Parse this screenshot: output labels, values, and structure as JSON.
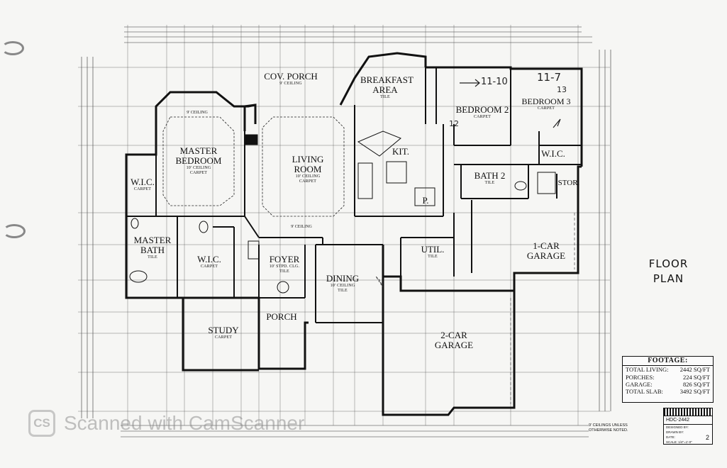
{
  "title": {
    "line1": "FLOOR",
    "line2": "PLAN"
  },
  "rooms": {
    "cov_porch": {
      "name": "COV. PORCH",
      "detail": "9' CEILING"
    },
    "breakfast": {
      "name1": "BREAKFAST",
      "name2": "AREA",
      "detail": "TILE"
    },
    "bedroom2": {
      "name": "BEDROOM 2",
      "detail": "CARPET"
    },
    "bedroom3": {
      "name": "BEDROOM 3",
      "detail": "CARPET"
    },
    "master_bedroom": {
      "name1": "MASTER",
      "name2": "BEDROOM",
      "detail1": "10' CEILING",
      "detail2": "CARPET"
    },
    "living_room": {
      "name1": "LIVING",
      "name2": "ROOM",
      "detail1": "10' CEILING",
      "detail2": "CARPET"
    },
    "kitchen": {
      "name": "KIT."
    },
    "wic_bed3": {
      "name": "W.I.C."
    },
    "bath2": {
      "name": "BATH 2",
      "detail": "TILE"
    },
    "storage": {
      "name": "STOR."
    },
    "wic_master": {
      "name": "W.I.C.",
      "detail": "CARPET"
    },
    "master_bath": {
      "name1": "MASTER",
      "name2": "BATH",
      "detail": "TILE"
    },
    "wic2": {
      "name": "W.I.C.",
      "detail": "CARPET"
    },
    "foyer": {
      "name": "FOYER",
      "detail1": "10' STPD. CLG.",
      "detail2": "TILE"
    },
    "dining": {
      "name": "DINING",
      "detail1": "10' CEILING",
      "detail2": "TILE"
    },
    "utility": {
      "name": "UTIL.",
      "detail": "TILE"
    },
    "pantry": {
      "name": "P."
    },
    "garage1": {
      "name1": "1-CAR",
      "name2": "GARAGE"
    },
    "garage2": {
      "name1": "2-CAR",
      "name2": "GARAGE"
    },
    "study": {
      "name": "STUDY",
      "detail": "CARPET"
    },
    "porch": {
      "name": "PORCH"
    },
    "living_ceiling": {
      "name": "9' CEILING"
    },
    "master_ceiling": {
      "name": "9' CEILING"
    }
  },
  "handwriting": {
    "h1": "11-10",
    "h2": "11-7",
    "h3": "12",
    "h4": "13"
  },
  "footage": {
    "heading": "FOOTAGE:",
    "rows": [
      {
        "label": "TOTAL LIVING:",
        "value": "2442 SQ/FT"
      },
      {
        "label": "PORCHES:",
        "value": "224 SQ/FT"
      },
      {
        "label": "GARAGE:",
        "value": "826 SQ/FT"
      },
      {
        "label": "TOTAL SLAB:",
        "value": "3492 SQ/FT"
      }
    ]
  },
  "notes": {
    "line1": "9' CEILINGS UNLESS",
    "line2": "OTHERWISE NOTED."
  },
  "title_block": {
    "code": "HDC-2442",
    "sheet": "2",
    "line1": "DESIGNED BY:",
    "line2": "DRAWN BY:",
    "line3": "DATE:",
    "line4": "SCALE: 1/4\"=1'-0\""
  },
  "scanner": {
    "logo": "CS",
    "text": "Scanned with CamScanner"
  }
}
